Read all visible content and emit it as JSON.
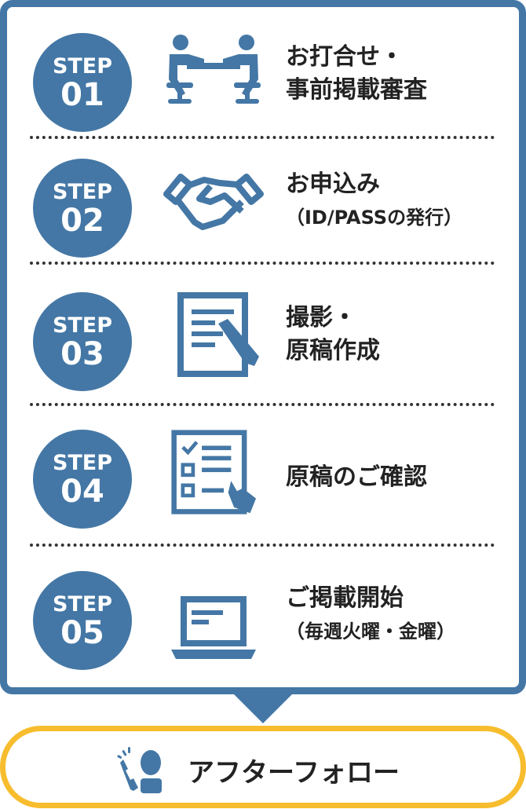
{
  "colors": {
    "primary": "#4477a5",
    "accent": "#f7bd2e"
  },
  "steps": [
    {
      "step": "STEP",
      "num": "01",
      "line1": "お打合せ・",
      "line2": "事前掲載審査",
      "icon": "meeting-icon"
    },
    {
      "step": "STEP",
      "num": "02",
      "line1": "お申込み",
      "line2": "（ID/PASSの発行）",
      "icon": "handshake-icon"
    },
    {
      "step": "STEP",
      "num": "03",
      "line1": "撮影・",
      "line2": "原稿作成",
      "icon": "document-pen-icon"
    },
    {
      "step": "STEP",
      "num": "04",
      "line1": "原稿のご確認",
      "line2": "",
      "icon": "checklist-icon"
    },
    {
      "step": "STEP",
      "num": "05",
      "line1": "ご掲載開始",
      "line2": "（毎週火曜・金曜）",
      "icon": "laptop-icon"
    }
  ],
  "after": {
    "label": "アフターフォロー",
    "icon": "phone-support-icon"
  }
}
